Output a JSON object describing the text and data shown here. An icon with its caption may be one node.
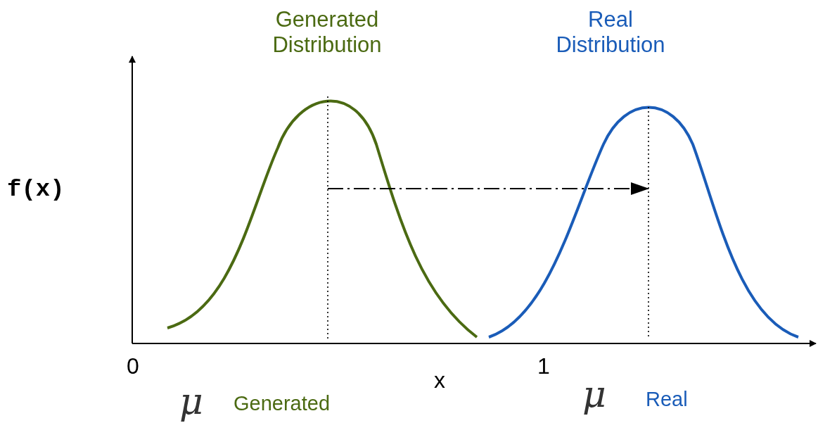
{
  "diagram": {
    "nodes": [
      {
        "text": [
          "Generated Distribution"
        ]
      },
      {
        "text": [
          "Real Distribution"
        ]
      }
    ],
    "edges": [
      {
        "from": 0,
        "to": 1,
        "arrow": "to",
        "style": "dashed"
      }
    ],
    "labels": [
      "f(x)",
      "0",
      "1",
      "x",
      "μ",
      "Generated",
      "μ",
      "Real"
    ]
  }
}
